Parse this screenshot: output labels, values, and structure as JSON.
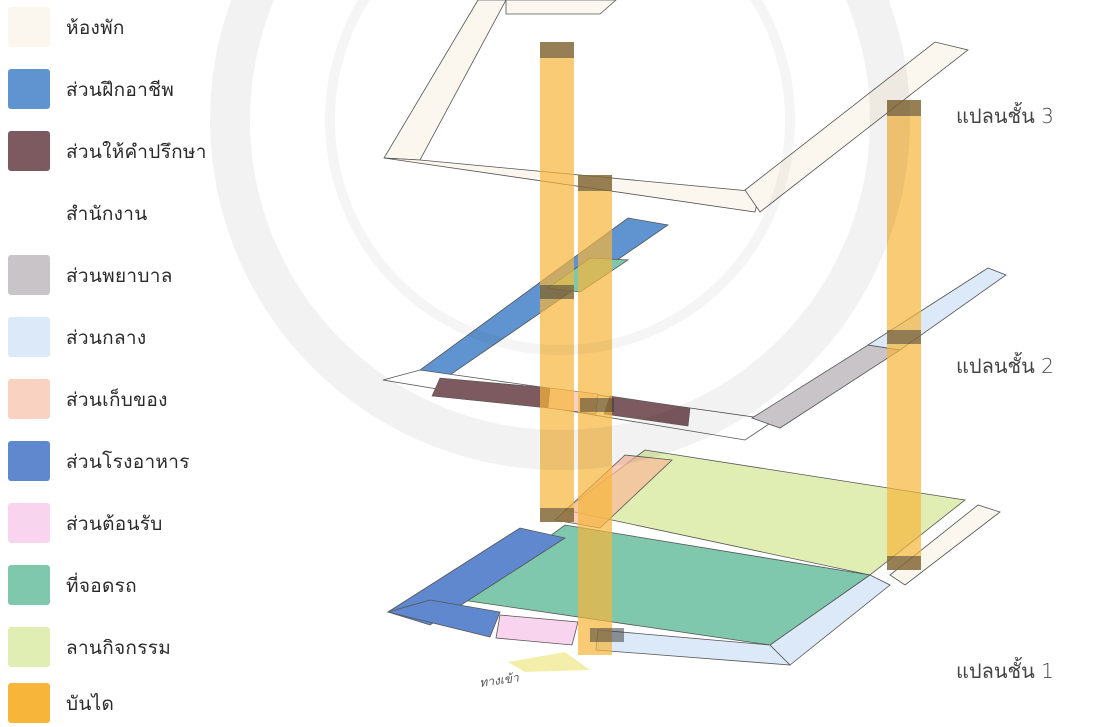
{
  "legend": [
    {
      "label": "ห้องพัก",
      "color": "#fbf7ee"
    },
    {
      "label": "ส่วนฝึกอาชีพ",
      "color": "#5f94d0"
    },
    {
      "label": "ส่วนให้คำปรึกษา",
      "color": "#7c5a60"
    },
    {
      "label": "สำนักงาน",
      "color": "#ffffff"
    },
    {
      "label": "ส่วนพยาบาล",
      "color": "#c9c4c8"
    },
    {
      "label": "ส่วนกลาง",
      "color": "#dbe9f8"
    },
    {
      "label": "ส่วนเก็บของ",
      "color": "#f9d2c2"
    },
    {
      "label": "ส่วนโรงอาหาร",
      "color": "#5f88cf"
    },
    {
      "label": "ส่วนต้อนรับ",
      "color": "#f9d4ef"
    },
    {
      "label": "ที่จอดรถ",
      "color": "#7fc8ad"
    },
    {
      "label": "ลานกิจกรรม",
      "color": "#e1eeb3"
    },
    {
      "label": "บันได",
      "color": "#f7b53a"
    }
  ],
  "floors": {
    "floor3": "แปลนชั้น 3",
    "floor2": "แปลนชั้น 2",
    "floor1": "แปลนชั้น 1"
  },
  "entrance": "ทางเข้า",
  "colors": {
    "stair": "#f7b53a",
    "outline": "#555555"
  }
}
